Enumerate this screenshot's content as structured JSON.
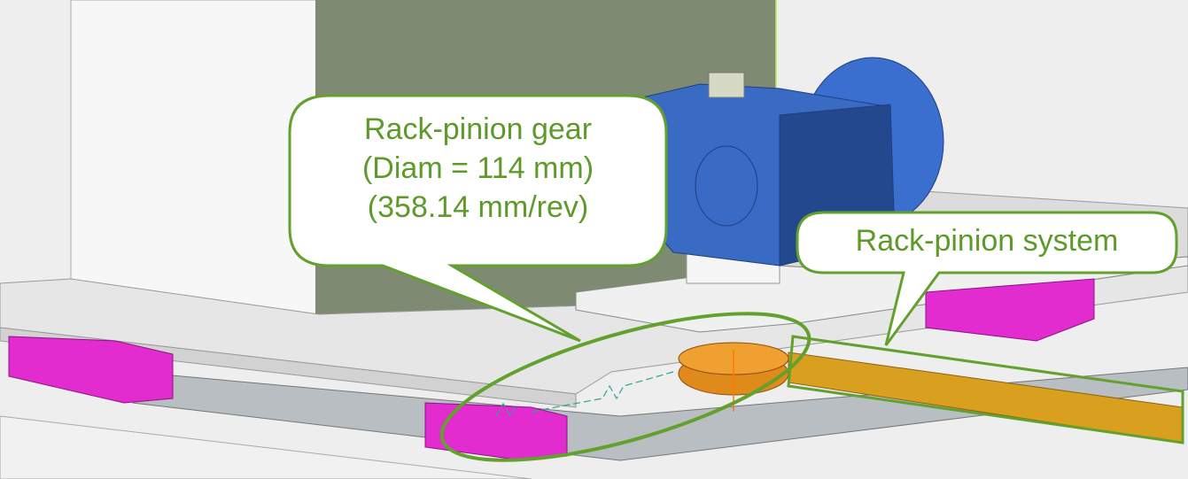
{
  "callouts": {
    "gear": {
      "line1": "Rack-pinion gear",
      "line2": "(Diam = 114 mm)",
      "line3": "(358.14 mm/rev)"
    },
    "system": {
      "label": "Rack-pinion system"
    }
  },
  "colors": {
    "accent": "#62a12d",
    "motor": "#3a6fd0",
    "blocks": "#e22cd0",
    "rack": "#d9a020",
    "panel": "#7f8a72"
  }
}
